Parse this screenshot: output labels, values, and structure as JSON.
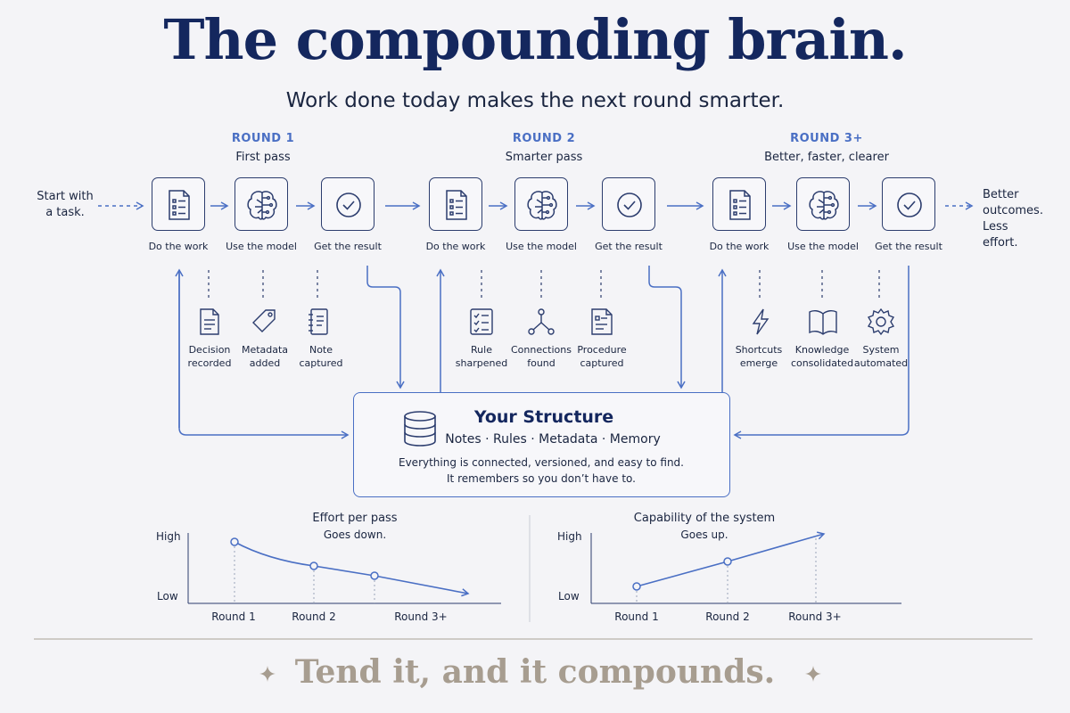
{
  "title": "The compounding brain.",
  "subtitle": "Work done today makes the next round smarter.",
  "start_text": [
    "Start with",
    "a task."
  ],
  "end_text": [
    "Better",
    "outcomes.",
    "Less effort."
  ],
  "rounds": [
    {
      "label": "ROUND 1",
      "subtitle": "First pass",
      "steps": [
        "Do the work",
        "Use the model",
        "Get the result"
      ],
      "outputs": [
        {
          "icon": "document-icon",
          "lines": [
            "Decision",
            "recorded"
          ]
        },
        {
          "icon": "tag-icon",
          "lines": [
            "Metadata",
            "added"
          ]
        },
        {
          "icon": "notebook-icon",
          "lines": [
            "Note",
            "captured"
          ]
        }
      ]
    },
    {
      "label": "ROUND 2",
      "subtitle": "Smarter pass",
      "steps": [
        "Do the work",
        "Use the model",
        "Get the result"
      ],
      "outputs": [
        {
          "icon": "checklist-icon",
          "lines": [
            "Rule",
            "sharpened"
          ]
        },
        {
          "icon": "network-icon",
          "lines": [
            "Connections",
            "found"
          ]
        },
        {
          "icon": "procedure-icon",
          "lines": [
            "Procedure",
            "captured"
          ]
        }
      ]
    },
    {
      "label": "ROUND 3+",
      "subtitle": "Better, faster, clearer",
      "steps": [
        "Do the work",
        "Use the model",
        "Get the result"
      ],
      "outputs": [
        {
          "icon": "lightning-icon",
          "lines": [
            "Shortcuts",
            "emerge"
          ]
        },
        {
          "icon": "book-icon",
          "lines": [
            "Knowledge",
            "consolidated"
          ]
        },
        {
          "icon": "gear-icon",
          "lines": [
            "System",
            "automated"
          ]
        }
      ]
    }
  ],
  "structure": {
    "title": "Your Structure",
    "items": "Notes · Rules · Metadata · Memory",
    "line1": "Everything is connected, versioned, and easy to find.",
    "line2": "It remembers so you don’t have to."
  },
  "charts": [
    {
      "title": "Effort per pass",
      "subtitle": "Goes down.",
      "y_high": "High",
      "y_low": "Low",
      "categories": [
        "Round 1",
        "Round 2",
        "Round 3+"
      ],
      "trend": "down"
    },
    {
      "title": "Capability of the system",
      "subtitle": "Goes up.",
      "y_high": "High",
      "y_low": "Low",
      "categories": [
        "Round 1",
        "Round 2",
        "Round 3+"
      ],
      "trend": "up"
    }
  ],
  "tagline": "Tend it, and it compounds.",
  "colors": {
    "navy": "#14275e",
    "accent": "#4a6fc4",
    "stroke": "#2c3d6e",
    "tagline": "#a79d90"
  }
}
